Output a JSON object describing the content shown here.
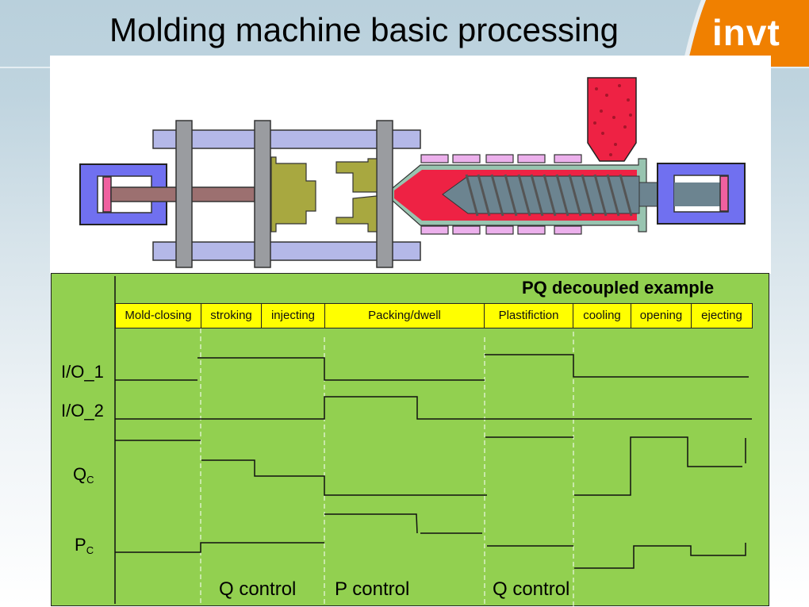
{
  "header": {
    "title": "Molding machine basic processing",
    "logo_text": "invt",
    "brand_color": "#f08000"
  },
  "diagram_machine": {
    "description": "Injection molding machine: clamp cylinder, tie bars, platens, two mold halves, barrel with screw, heater bands, hopper, injection cylinder",
    "colors": {
      "cylinder": "#7070f0",
      "piston": "#f060a0",
      "rod": "#9c7070",
      "tie_bar": "#b4b8e8",
      "platen": "#9a9ca0",
      "mold": "#a8a840",
      "barrel": "#98c4b0",
      "melt": "#ee2244",
      "screw": "#6c8490",
      "heater": "#ecb0ec",
      "hopper": "#ee2244"
    }
  },
  "timing": {
    "title": "PQ decoupled example",
    "panel_color": "#92d050",
    "phase_color": "#ffff00",
    "phases": [
      {
        "label": "Mold-closing"
      },
      {
        "label": "stroking"
      },
      {
        "label": "injecting"
      },
      {
        "label": "Packing/dwell"
      },
      {
        "label": "Plastifiction"
      },
      {
        "label": "cooling"
      },
      {
        "label": "opening"
      },
      {
        "label": "ejecting"
      }
    ],
    "signals": [
      {
        "name": "I/O_1",
        "sub": "",
        "levels": [
          "low",
          "high",
          "high",
          "low",
          "high",
          "mid",
          "mid",
          "mid"
        ]
      },
      {
        "name": "I/O_2",
        "sub": "",
        "levels": [
          "low",
          "low",
          "low",
          "high-then-low",
          "low",
          "low",
          "low",
          "low"
        ]
      },
      {
        "name": "Q",
        "sub": "C",
        "levels": [
          "high",
          "mid-then-low",
          "low",
          "low",
          "high",
          "low",
          "high",
          "mid"
        ]
      },
      {
        "name": "P",
        "sub": "C",
        "levels": [
          "low",
          "low",
          "low",
          "high-then-mid",
          "low",
          "lowest",
          "mid",
          "lower"
        ]
      }
    ],
    "control_modes": [
      {
        "label": "Q control"
      },
      {
        "label": "P control"
      },
      {
        "label": "Q control"
      }
    ]
  }
}
